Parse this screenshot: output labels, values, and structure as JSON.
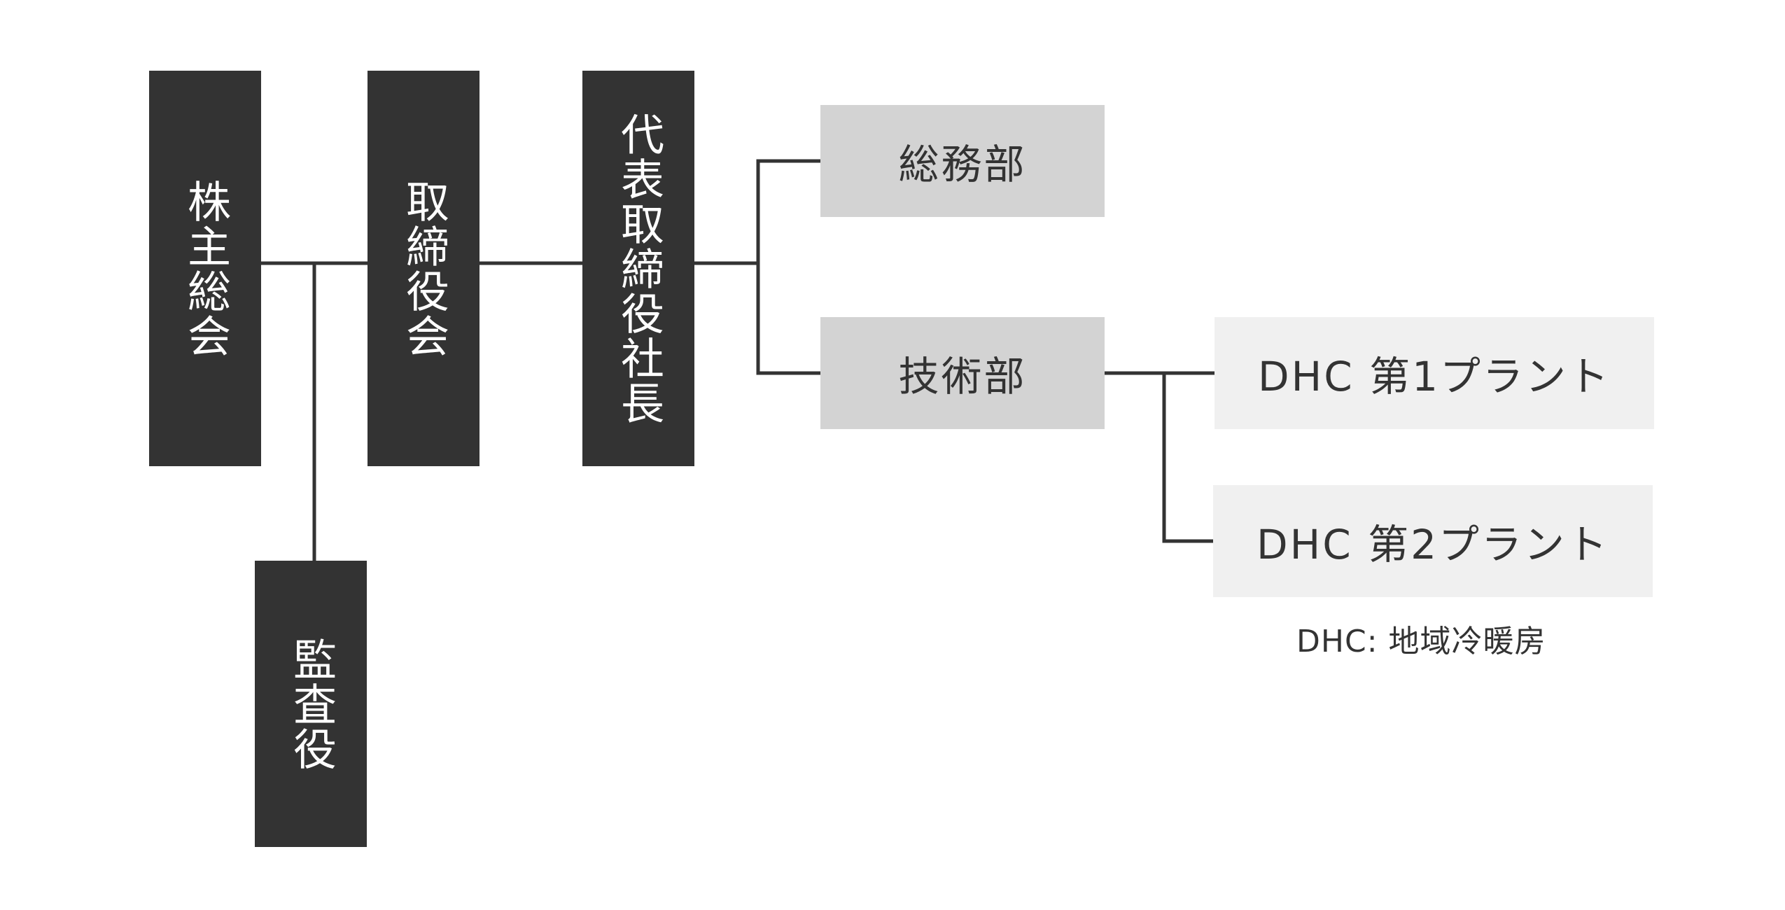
{
  "colors": {
    "dark_box": "#333333",
    "dark_text": "#ffffff",
    "department_box": "#d3d3d3",
    "plant_box": "#f0f0f0",
    "line": "#333333",
    "text": "#333333",
    "background": "#ffffff"
  },
  "org": {
    "shareholders": "株主総会",
    "board": "取締役会",
    "president": "代表取締役社長",
    "auditor": "監査役",
    "departments": {
      "general_affairs": "総務部",
      "technology": "技術部"
    },
    "plants": {
      "plant1": "DHC 第1プラント",
      "plant2": "DHC 第2プラント"
    },
    "footnote": "DHC: 地域冷暖房"
  }
}
